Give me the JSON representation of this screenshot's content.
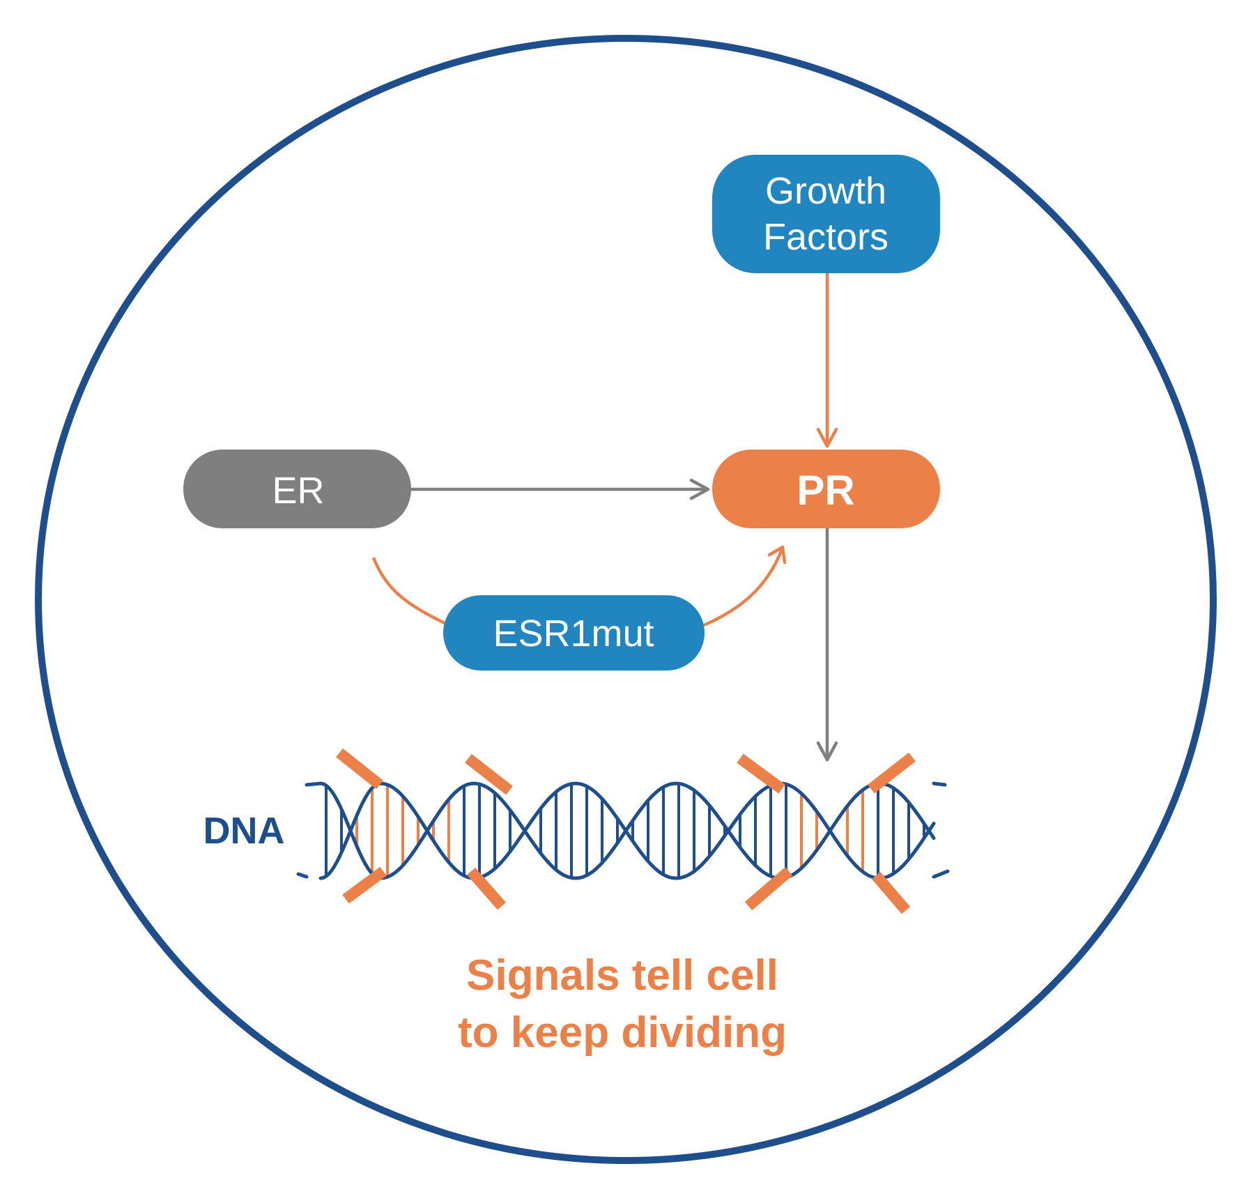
{
  "nodes": {
    "growth_factors": {
      "line1": "Growth",
      "line2": "Factors"
    },
    "er": {
      "label": "ER"
    },
    "pr": {
      "label": "PR"
    },
    "esr1mut": {
      "label": "ESR1mut"
    }
  },
  "dna": {
    "label": "DNA"
  },
  "caption": {
    "line1": "Signals tell cell",
    "line2": "to keep dividing"
  },
  "colors": {
    "cell_outline": "#1F4E8C",
    "blue_node": "#2185BF",
    "grey_node": "#7F7F7F",
    "orange": "#EC8049",
    "arrow_grey": "#7F7F7F",
    "dna_strand": "#1F4E8C",
    "text_white": "#FFFFFF"
  },
  "icons": {
    "dna": "dna-double-helix-icon",
    "signal_burst": "signal-burst-icon"
  }
}
